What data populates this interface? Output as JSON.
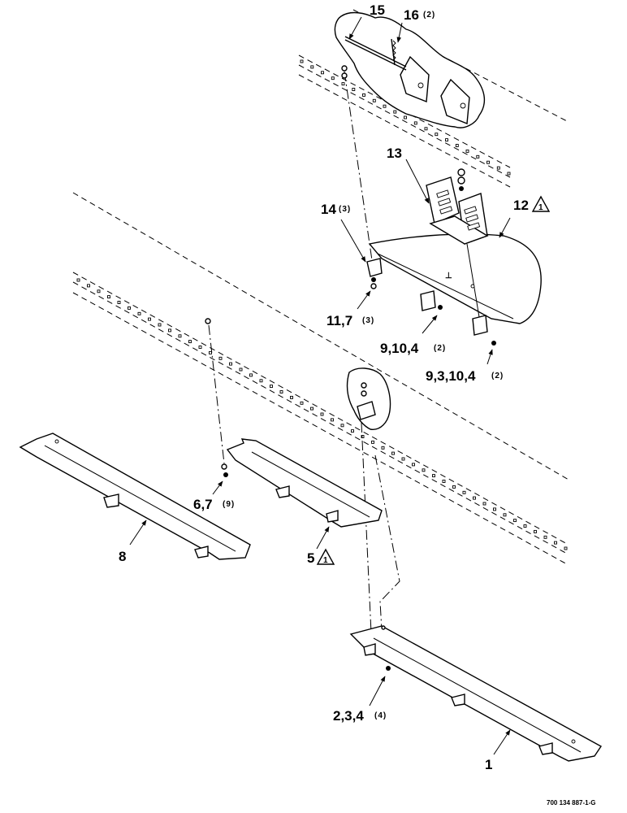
{
  "callouts": [
    {
      "id": "15",
      "label": "15",
      "qty": ""
    },
    {
      "id": "16",
      "label": "16",
      "qty": "(2)"
    },
    {
      "id": "13",
      "label": "13",
      "qty": ""
    },
    {
      "id": "12",
      "label": "12",
      "qty": "",
      "note_symbol": "1"
    },
    {
      "id": "14",
      "label": "14",
      "qty": "(3)"
    },
    {
      "id": "11-7",
      "label": "11,7",
      "qty": "(3)"
    },
    {
      "id": "9-10-4",
      "label": "9,10,4",
      "qty": "(2)"
    },
    {
      "id": "9-3-10-4",
      "label": "9,3,10,4",
      "qty": "(2)"
    },
    {
      "id": "6-7",
      "label": "6,7",
      "qty": "(9)"
    },
    {
      "id": "8",
      "label": "8",
      "qty": ""
    },
    {
      "id": "5",
      "label": "5",
      "qty": "",
      "note_symbol": "1"
    },
    {
      "id": "2-3-4",
      "label": "2,3,4",
      "qty": "(4)"
    },
    {
      "id": "1",
      "label": "1",
      "qty": ""
    }
  ],
  "drawing_number": "700 134 887-1-G"
}
